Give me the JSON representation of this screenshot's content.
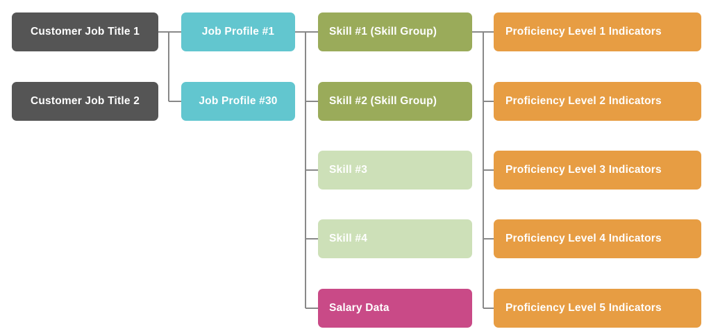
{
  "colors": {
    "job_title": "#555555",
    "job_profile": "#62c6cf",
    "skill_group": "#9aab5a",
    "skill": "#cde0b8",
    "salary": "#c94a87",
    "proficiency": "#e79d43",
    "connector": "#888888",
    "text": "#ffffff"
  },
  "job_titles": [
    "Customer Job Title 1",
    "Customer Job Title 2"
  ],
  "job_profiles": [
    "Job Profile #1",
    "Job Profile #30"
  ],
  "skills": [
    {
      "label": "Skill #1 (Skill Group)",
      "kind": "skill_group"
    },
    {
      "label": "Skill #2 (Skill Group)",
      "kind": "skill_group"
    },
    {
      "label": "Skill #3",
      "kind": "skill"
    },
    {
      "label": "Skill #4",
      "kind": "skill"
    },
    {
      "label": "Salary Data",
      "kind": "salary"
    }
  ],
  "proficiency_levels": [
    "Proficiency Level 1 Indicators",
    "Proficiency Level 2 Indicators",
    "Proficiency Level 3 Indicators",
    "Proficiency Level 4 Indicators",
    "Proficiency Level 5 Indicators"
  ]
}
